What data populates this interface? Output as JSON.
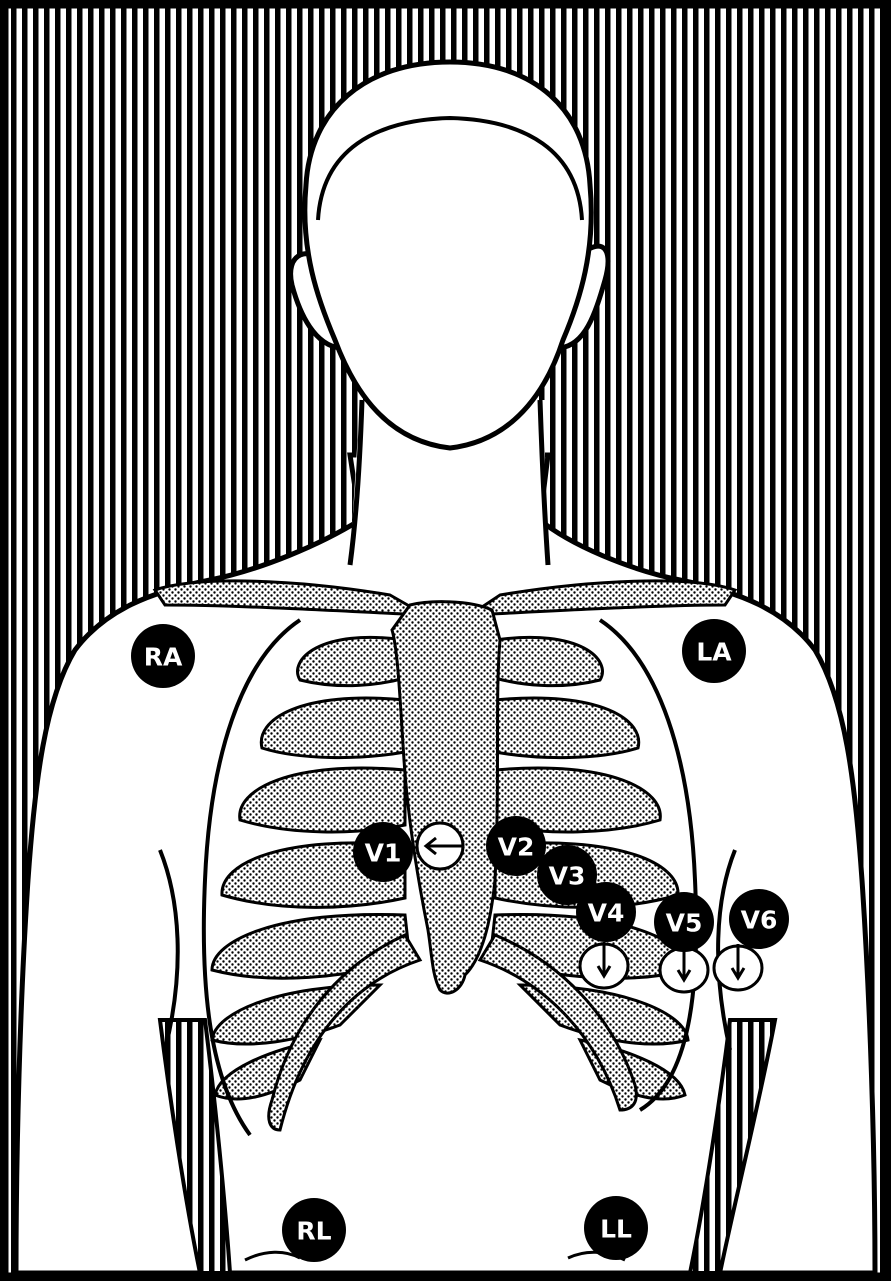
{
  "figure": {
    "colors": {
      "ink": "#000000",
      "paper": "#ffffff",
      "bone": "#d9d9d9"
    },
    "limb_leads": {
      "ra": "RA",
      "la": "LA",
      "rl": "RL",
      "ll": "LL"
    },
    "chest_leads": {
      "v1": "V1",
      "v2": "V2",
      "v3": "V3",
      "v4": "V4",
      "v5": "V5",
      "v6": "V6"
    },
    "icons": [
      "electrode-icon",
      "arrow-icon"
    ]
  }
}
